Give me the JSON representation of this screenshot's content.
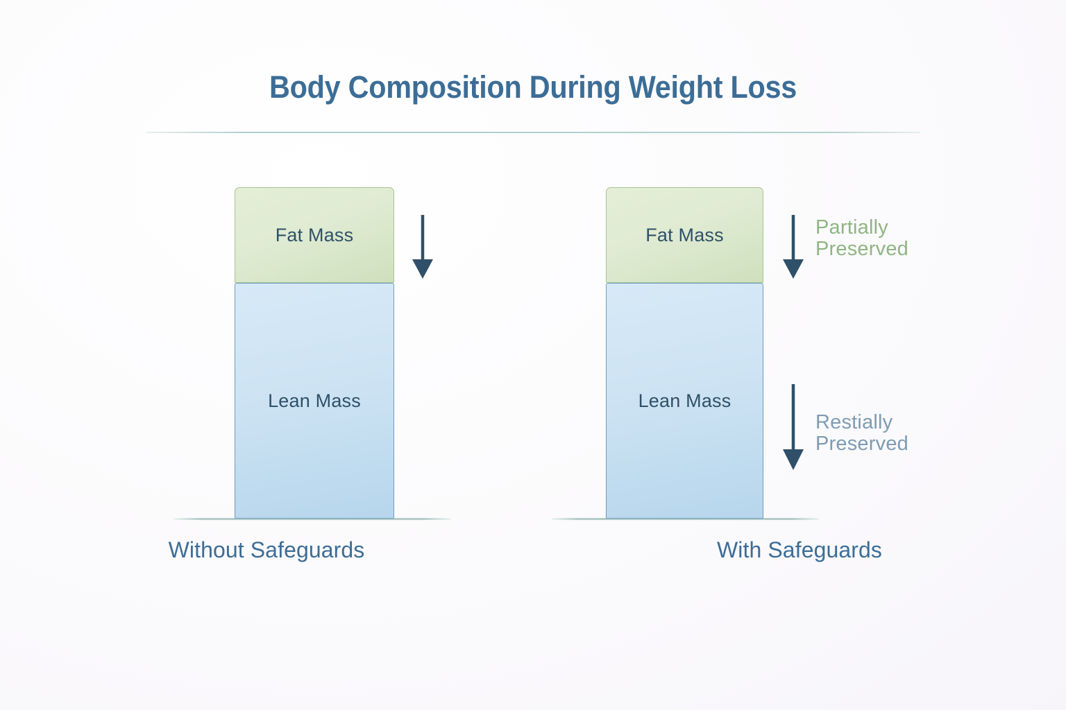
{
  "figure": {
    "title": "Body Composition During Weight Loss",
    "background_color": "#fbfafc",
    "title_color": "#3c6d96",
    "divider_color": "#a4c8c4"
  },
  "chart_data": {
    "type": "bar",
    "title": "Body Composition During Weight Loss",
    "xlabel": "",
    "ylabel": "",
    "stacked": true,
    "categories": [
      "Without Safeguards",
      "With Safeguards"
    ],
    "series": [
      {
        "name": "Lean Mass",
        "values": [
          340,
          340
        ],
        "color": "#cde3f3",
        "border_color": "#6e9cc0",
        "label_color": "#2f5068"
      },
      {
        "name": "Fat Mass",
        "values": [
          138,
          138
        ],
        "color": "#dfebd2",
        "border_color": "#a9c394",
        "label_color": "#2f5068"
      }
    ],
    "annotations": [
      {
        "text": "Partially\nPreserved",
        "color": "#8fb583",
        "target": "Fat Mass",
        "panel": "With Safeguards",
        "arrow": "down"
      },
      {
        "text": "Restially\nPreserved",
        "color": "#7d9cb2",
        "target": "Lean Mass",
        "panel": "With Safeguards",
        "arrow": "down"
      }
    ],
    "arrows": [
      {
        "panel": "Without Safeguards",
        "direction": "down",
        "color": "#2f5068"
      },
      {
        "panel": "With Safeguards",
        "direction": "down",
        "color": "#2f5068"
      },
      {
        "panel": "With Safeguards",
        "direction": "down",
        "color": "#2f5068"
      }
    ],
    "grid": false,
    "legend": "none"
  },
  "panels": {
    "left": {
      "caption": "Without Safeguards",
      "fat_label": "Fat Mass",
      "lean_label": "Lean Mass"
    },
    "right": {
      "caption": "With Safeguards",
      "fat_label": "Fat Mass",
      "lean_label": "Lean Mass",
      "annotation_fat": "Partially\nPreserved",
      "annotation_lean": "Restially\nPreserved"
    }
  }
}
